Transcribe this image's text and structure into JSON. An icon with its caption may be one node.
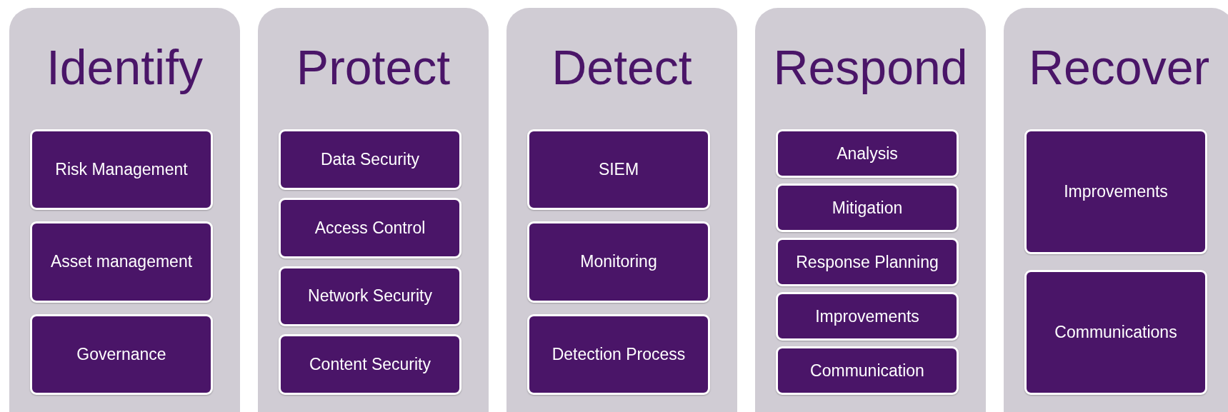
{
  "diagram": {
    "nodes": [
      {
        "text": [
          "Identify"
        ]
      },
      {
        "text": [
          "Risk Management"
        ],
        "in": 0
      },
      {
        "text": [
          "Asset management"
        ],
        "in": 0
      },
      {
        "text": [
          "Governance"
        ],
        "in": 0
      },
      {
        "text": [
          "Protect"
        ]
      },
      {
        "text": [
          "Data Security"
        ],
        "in": 4
      },
      {
        "text": [
          "Access Control"
        ],
        "in": 4
      },
      {
        "text": [
          "Network Security"
        ],
        "in": 4
      },
      {
        "text": [
          "Content Security"
        ],
        "in": 4
      },
      {
        "text": [
          "Detect"
        ]
      },
      {
        "text": [
          "SIEM"
        ],
        "in": 9
      },
      {
        "text": [
          "Monitoring"
        ],
        "in": 9
      },
      {
        "text": [
          "Detection Process"
        ],
        "in": 9
      },
      {
        "text": [
          "Respond"
        ]
      },
      {
        "text": [
          "Analysis"
        ],
        "in": 13
      },
      {
        "text": [
          "Mitigation"
        ],
        "in": 13
      },
      {
        "text": [
          "Response Planning"
        ],
        "in": 13
      },
      {
        "text": [
          "Improvements"
        ],
        "in": 13
      },
      {
        "text": [
          "Communication"
        ],
        "in": 13
      },
      {
        "text": [
          "Recover"
        ]
      },
      {
        "text": [
          "Improvements"
        ],
        "in": 19
      },
      {
        "text": [
          "Communications"
        ],
        "in": 19
      }
    ]
  }
}
